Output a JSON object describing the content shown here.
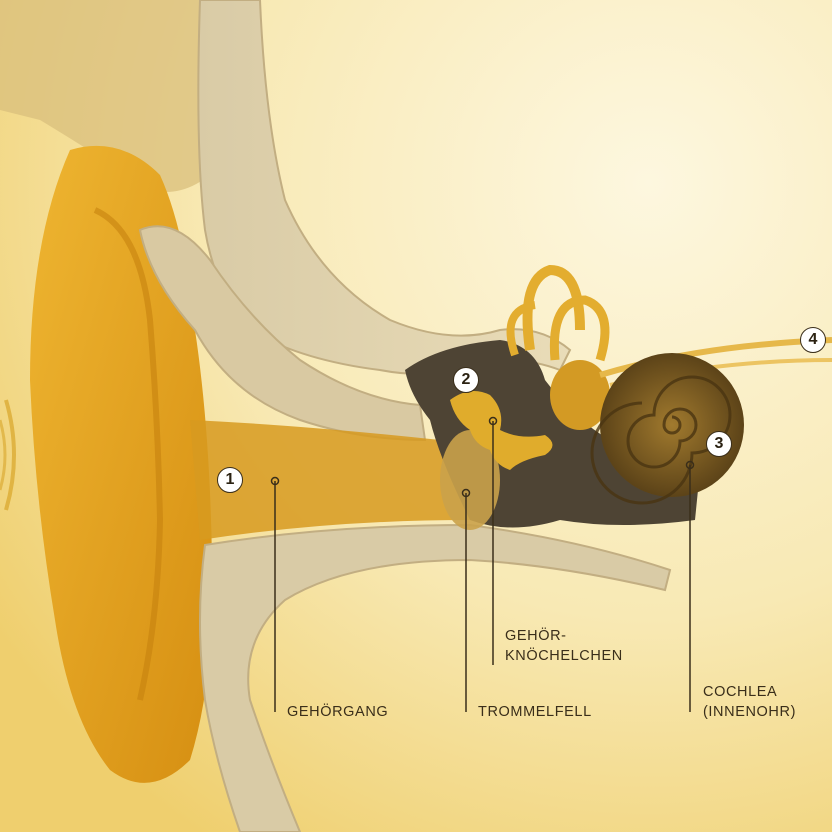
{
  "colors": {
    "background_light": "#fbf3d2",
    "background_warm": "#f3d77a",
    "auricle": "#e4a520",
    "bone": "#d8c8a0",
    "middle_ear_dark": "#4a4032",
    "cochlea": "#7a5a20",
    "nerve": "#e6b84a",
    "line": "#3a2e1a"
  },
  "markers": {
    "m1": "1",
    "m2": "2",
    "m3": "3",
    "m4": "4"
  },
  "labels": {
    "gehoergang": "GEHÖRGANG",
    "trommelfell": "TROMMELFELL",
    "gehoerknoechelchen_line1": "GEHÖR-",
    "gehoerknoechelchen_line2": "KNÖCHELCHEN",
    "cochlea_line1": "COCHLEA",
    "cochlea_line2": "(INNENOHR)"
  }
}
